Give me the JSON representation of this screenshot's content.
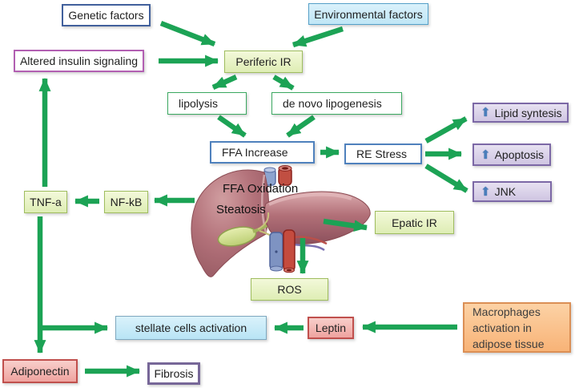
{
  "nodes": {
    "genetic_factors": {
      "label": "Genetic factors"
    },
    "environmental_factors": {
      "label": "Environmental factors"
    },
    "altered_insulin_signaling": {
      "label": "Altered insulin signaling"
    },
    "periferic_ir": {
      "label": "Periferic IR"
    },
    "lipolysis": {
      "label": "lipolysis"
    },
    "de_novo_lipogenesis": {
      "label": "de novo lipogenesis"
    },
    "ffa_increase": {
      "label": "FFA Increase"
    },
    "re_stress": {
      "label": "RE Stress"
    },
    "lipid_syntesis": {
      "label": "Lipid syntesis"
    },
    "apoptosis": {
      "label": "Apoptosis"
    },
    "jnk": {
      "label": "JNK"
    },
    "tnf_a": {
      "label": "TNF-a"
    },
    "nf_kb": {
      "label": "NF-kB"
    },
    "epatic_ir": {
      "label": "Epatic IR"
    },
    "ros": {
      "label": "ROS"
    },
    "stellate_cells_activation": {
      "label": "stellate cells activation"
    },
    "leptin": {
      "label": "Leptin"
    },
    "macrophages": {
      "label": "Macrophages activation in adipose tissue"
    },
    "adiponectin": {
      "label": "Adiponectin"
    },
    "fibrosis": {
      "label": "Fibrosis"
    }
  },
  "liver": {
    "labels": [
      "FFA Oxidation",
      "Steatosis"
    ]
  },
  "icons": {
    "up_arrow": "⬆"
  },
  "colors": {
    "arrow_green": "#1ca355",
    "up_arrow_blue": "#4a7ebb",
    "box_green_fill": "#e9f3c6",
    "box_green_border": "#9fbd5f",
    "box_purple_fill": "#d9d1e8",
    "box_purple_border": "#7c68a6",
    "box_lightblue_fill": "#c9e9f8",
    "box_lightblue_border": "#55a0c8",
    "box_pink_fill": "#f3b8b4",
    "box_pink_border": "#c0504d",
    "box_orange_fill": "#fac090",
    "box_orange_border": "#db8f55",
    "border_navy": "#41609c",
    "border_magenta": "#b25fb2",
    "border_steelblue": "#4f81bd",
    "border_green": "#3aa860",
    "border_purple_thick": "#776798"
  }
}
